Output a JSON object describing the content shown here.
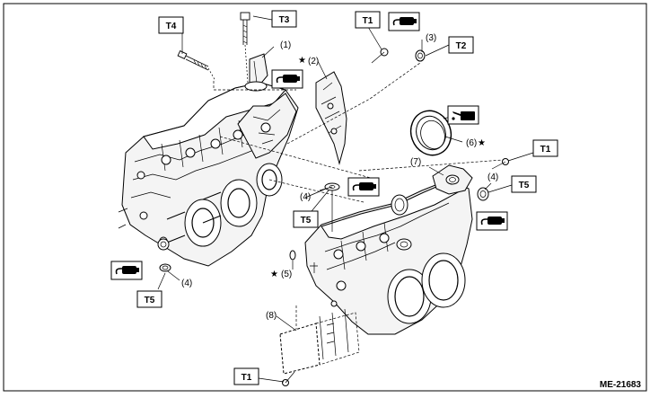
{
  "callouts": {
    "c1": "(1)",
    "c2": "(2)",
    "c3": "(3)",
    "c4a": "(4)",
    "c4b": "(4)",
    "c4c": "(4)",
    "c5": "(5)",
    "c6": "(6)",
    "c7": "(7)",
    "c8": "(8)"
  },
  "torque_tags": {
    "t4": "T4",
    "t3": "T3",
    "t1_top": "T1",
    "t2": "T2",
    "t1_right": "T1",
    "t5_right": "T5",
    "t5_mid": "T5",
    "t5_left": "T5",
    "t1_bottom": "T1"
  },
  "star_symbol": "★",
  "reference_code": "ME-21683",
  "icons": {
    "sealant": "sealant-tube-icon",
    "oil": "oil-can-icon",
    "star": "replace-star-icon"
  }
}
